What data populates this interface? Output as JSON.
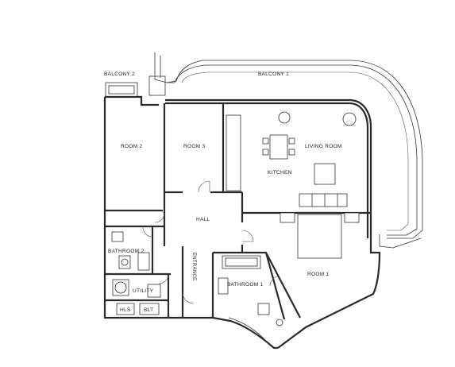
{
  "floorplan": {
    "labels": {
      "balcony_2": "BALCONY 2",
      "balcony_1": "BALCONY 1",
      "room_2": "ROOM 2",
      "room_3": "ROOM 3",
      "living_room": "LIVING ROOM",
      "kitchen": "KITCHEN",
      "hall": "HALL",
      "bathroom_2": "BATHROOM 2",
      "entrance": "ENTRANCE",
      "room_1": "ROOM 1",
      "bathroom_1": "BATHROOM 1",
      "utility": "UTILITY",
      "hls": "HLS",
      "blt": "BLT"
    }
  }
}
